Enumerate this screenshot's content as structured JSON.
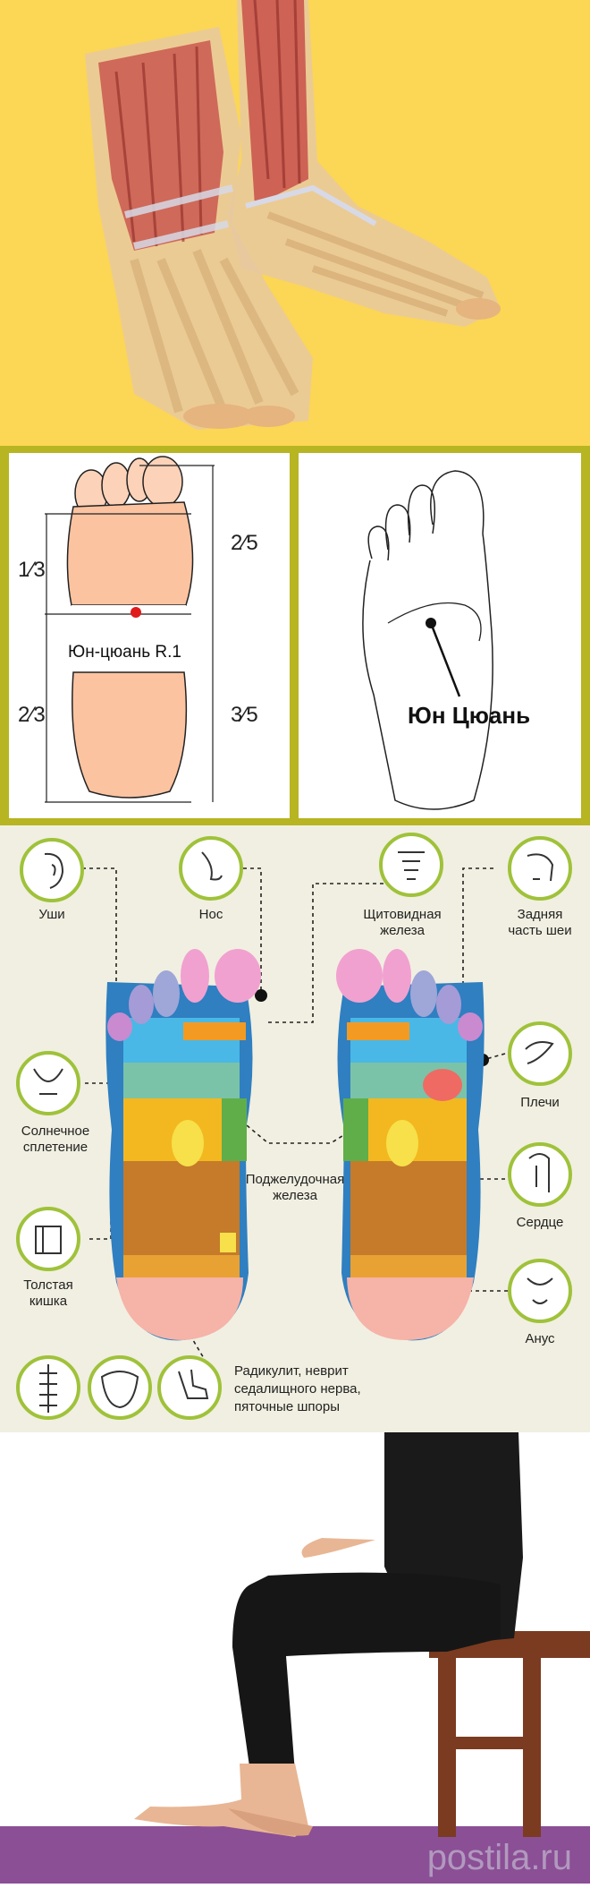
{
  "panel2": {
    "left": {
      "frac_top": "1⁄3",
      "frac_bottom": "2⁄3",
      "frac_right_top": "2⁄5",
      "frac_right_bottom": "3⁄5",
      "point_label": "Юн-цюань R.1"
    },
    "right": {
      "point_label": "Юн Цюань"
    }
  },
  "reflex": {
    "labels": {
      "ears": "Уши",
      "nose": "Нос",
      "thyroid_1": "Щитовидная",
      "thyroid_2": "железа",
      "neck_1": "Задняя",
      "neck_2": "часть шеи",
      "shoulders": "Плечи",
      "solar_1": "Солнечное",
      "solar_2": "сплетение",
      "pancreas_1": "Поджелудочная",
      "pancreas_2": "железа",
      "heart": "Сердце",
      "colon_1": "Толстая",
      "colon_2": "кишка",
      "anus": "Анус",
      "sciatica_1": "Радикулит, неврит",
      "sciatica_2": "седалищного нерва,",
      "sciatica_3": "пяточные шпоры"
    }
  },
  "watermark": "postila.ru",
  "colors": {
    "yellow_bg": "#fcd655",
    "olive_frame": "#b7b522",
    "icon_ring": "#9fc23a",
    "red_point": "#e01b1b",
    "purple_mat": "#8b4f96"
  }
}
